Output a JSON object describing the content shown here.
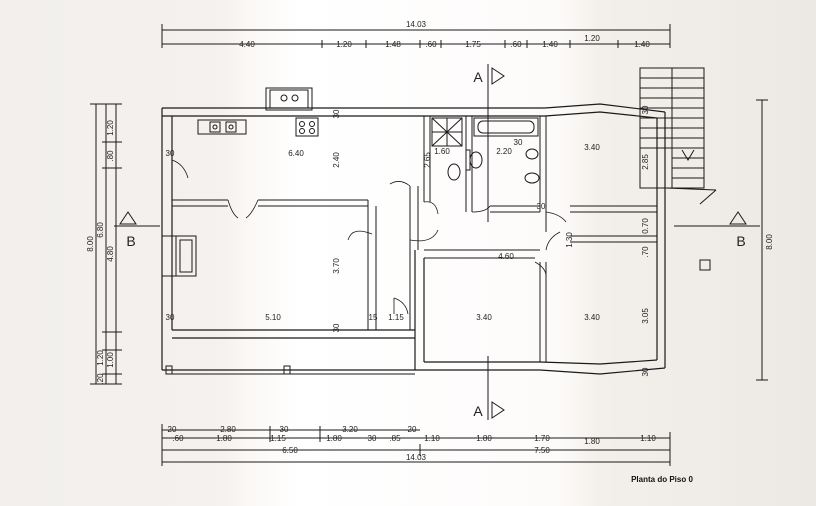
{
  "plan_title": "Planta do Piso 0",
  "top_dims": {
    "total": "14.03",
    "segments": [
      "4.40",
      "1.20",
      "1.48",
      ".60",
      "1.75",
      ".60",
      "1.40",
      "1.20",
      "1.40"
    ]
  },
  "bottom_dims": {
    "row1": [
      "20",
      "2.80",
      "30",
      "3.20",
      "20"
    ],
    "row2": [
      ".60",
      "1.80",
      "1.15",
      "1.80",
      "30",
      ".85",
      "1.10",
      "1.80",
      "1.70",
      "1.80",
      "1.10"
    ],
    "sub_left": "6.50",
    "sub_right": "7.50",
    "total": "14.03"
  },
  "left_dims": {
    "total": "8.00",
    "sub": "6.80",
    "upper": [
      "1.20",
      ".80"
    ],
    "mid": "4.80",
    "lower": [
      "1.20",
      "1.00"
    ],
    "bottom": ".20"
  },
  "right_dim": "8.00",
  "interior_dims": {
    "kitchen_width": "6.40",
    "kitchen_depth": "2.40",
    "living_width": "5.10",
    "living_depth": "3.70",
    "hall_small": "1.15",
    "corridor": "4.60",
    "bath_a": "1.60",
    "bath_b": "2.20",
    "bath_depth": "2.65",
    "bed_top_width": "3.40",
    "bed_top_depth": "2.85",
    "bed_mid_width": "3.40",
    "bed_right_width": "3.40",
    "bed_right_depth": "3.05",
    "wall_a": "0.70",
    "wall_b": ".70",
    "wall_c": "1.30",
    "wall_30_a": "30",
    "wall_30_b": "30",
    "wall_30_c": "30",
    "wall_30_d": "30",
    "wall_30_e": "30",
    "wall_30_f": "30",
    "wall_30_g": "30",
    "wall_30_h": "30",
    "wall_15": "15"
  },
  "sections": {
    "a_top": "A",
    "a_bottom": "A",
    "b_left": "B",
    "b_right": "B"
  },
  "colors": {
    "ink": "#1a1a1a",
    "paper": "#ffffff"
  }
}
